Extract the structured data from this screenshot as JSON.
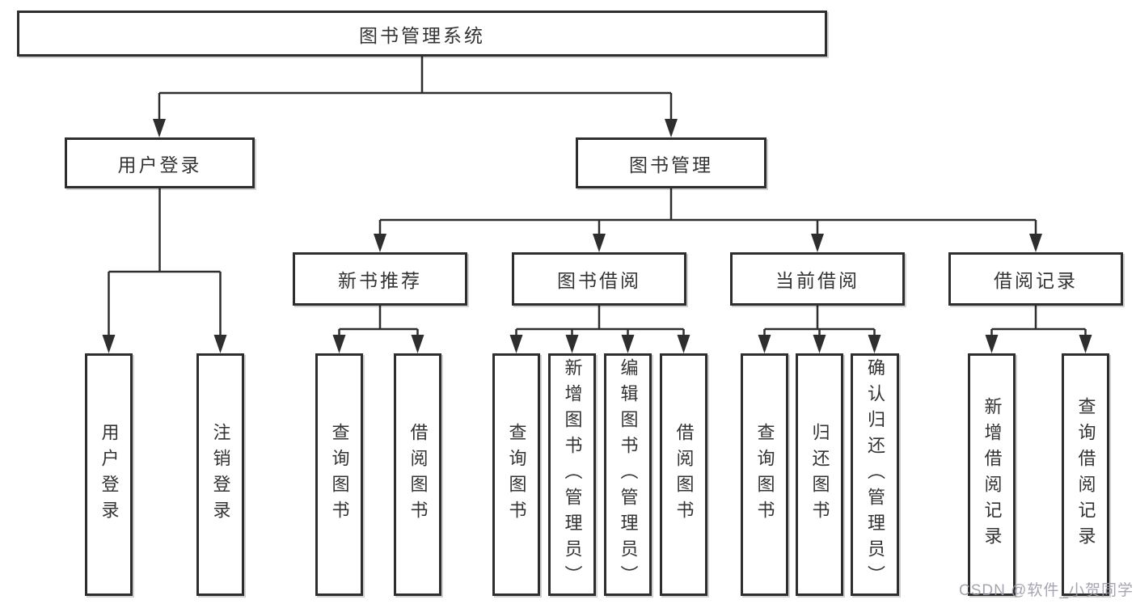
{
  "diagram_title": "图书管理系统",
  "tree": {
    "label": "图书管理系统",
    "children": [
      {
        "label": "用户登录",
        "children": [
          {
            "label": "用户登录"
          },
          {
            "label": "注销登录"
          }
        ]
      },
      {
        "label": "图书管理",
        "children": [
          {
            "label": "新书推荐",
            "children": [
              {
                "label": "查询图书"
              },
              {
                "label": "借阅图书"
              }
            ]
          },
          {
            "label": "图书借阅",
            "children": [
              {
                "label": "查询图书"
              },
              {
                "label": "新增图书（管理员）"
              },
              {
                "label": "编辑图书（管理员）"
              },
              {
                "label": "借阅图书"
              }
            ]
          },
          {
            "label": "当前借阅",
            "children": [
              {
                "label": "查询图书"
              },
              {
                "label": "归还图书"
              },
              {
                "label": "确认归还（管理员）"
              }
            ]
          },
          {
            "label": "借阅记录",
            "children": [
              {
                "label": "新增借阅记录"
              },
              {
                "label": "查询借阅记录"
              }
            ]
          }
        ]
      }
    ]
  },
  "watermark": {
    "text": "CSDN @软件_小贺同学"
  },
  "colors": {
    "background": "#ffffff",
    "line": "#2e2e2e",
    "box_border": "#2e2e2e",
    "text": "#333333",
    "watermark": "#9b9ba8"
  }
}
